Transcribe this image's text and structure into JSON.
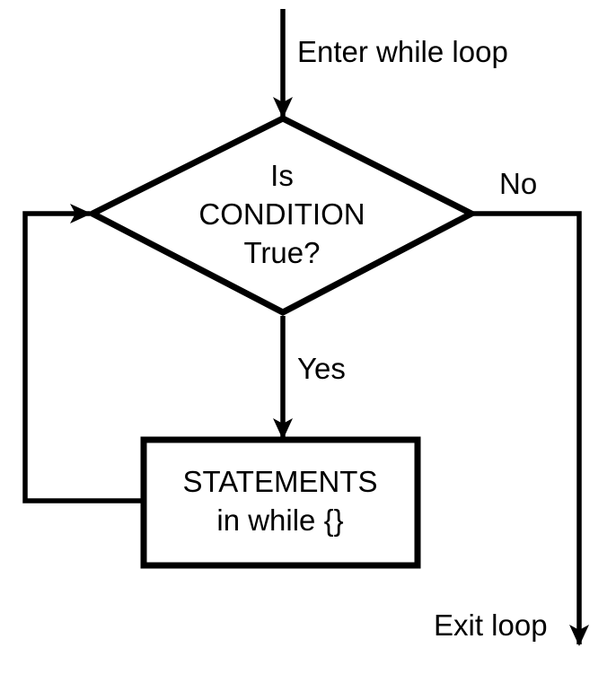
{
  "diagram": {
    "type": "flowchart",
    "subject": "while loop control flow",
    "background_color": "#ffffff",
    "line_color": "#000000",
    "text_color": "#000000",
    "nodes": {
      "decision": {
        "shape": "diamond",
        "lines": [
          "Is",
          "CONDITION",
          "True?"
        ]
      },
      "process": {
        "shape": "rectangle",
        "lines": [
          "STATEMENTS",
          "in while {}"
        ]
      }
    },
    "edges": {
      "entry": {
        "label": "Enter while loop"
      },
      "no_branch": {
        "label": "No"
      },
      "yes_branch": {
        "label": "Yes"
      },
      "exit": {
        "label": "Exit loop"
      }
    }
  }
}
